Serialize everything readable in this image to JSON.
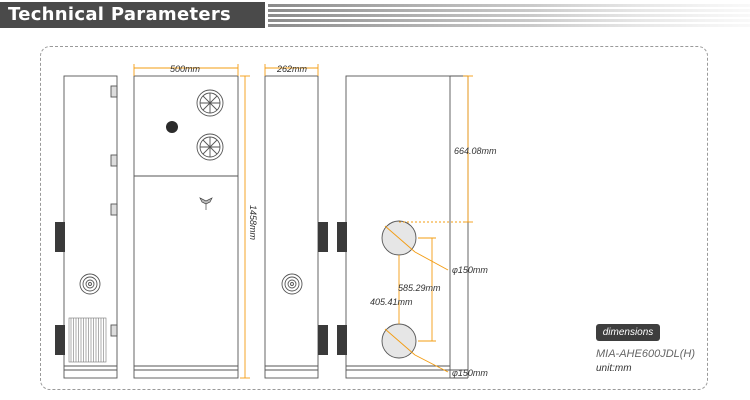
{
  "header": {
    "title": "Technical Parameters"
  },
  "dimensions": {
    "width": "500mm",
    "depth": "262mm",
    "height": "1458mm",
    "top_to_duct": "664.08mm",
    "duct_diameter_upper": "φ150mm",
    "duct_spacing_outer": "585.29mm",
    "duct_spacing_inner": "405.41mm",
    "duct_diameter_lower": "φ150mm"
  },
  "legend": {
    "badge": "dimensions",
    "model": "MIA-AHE600JDL(H)",
    "unit": "unit:mm"
  },
  "colors": {
    "header_bg": "#4a4a4a",
    "accent": "#f39c12",
    "line": "#555555"
  },
  "icons": {
    "fan": "fan-grille-icon",
    "knob": "control-knob-icon",
    "logo": "brand-logo-icon"
  }
}
